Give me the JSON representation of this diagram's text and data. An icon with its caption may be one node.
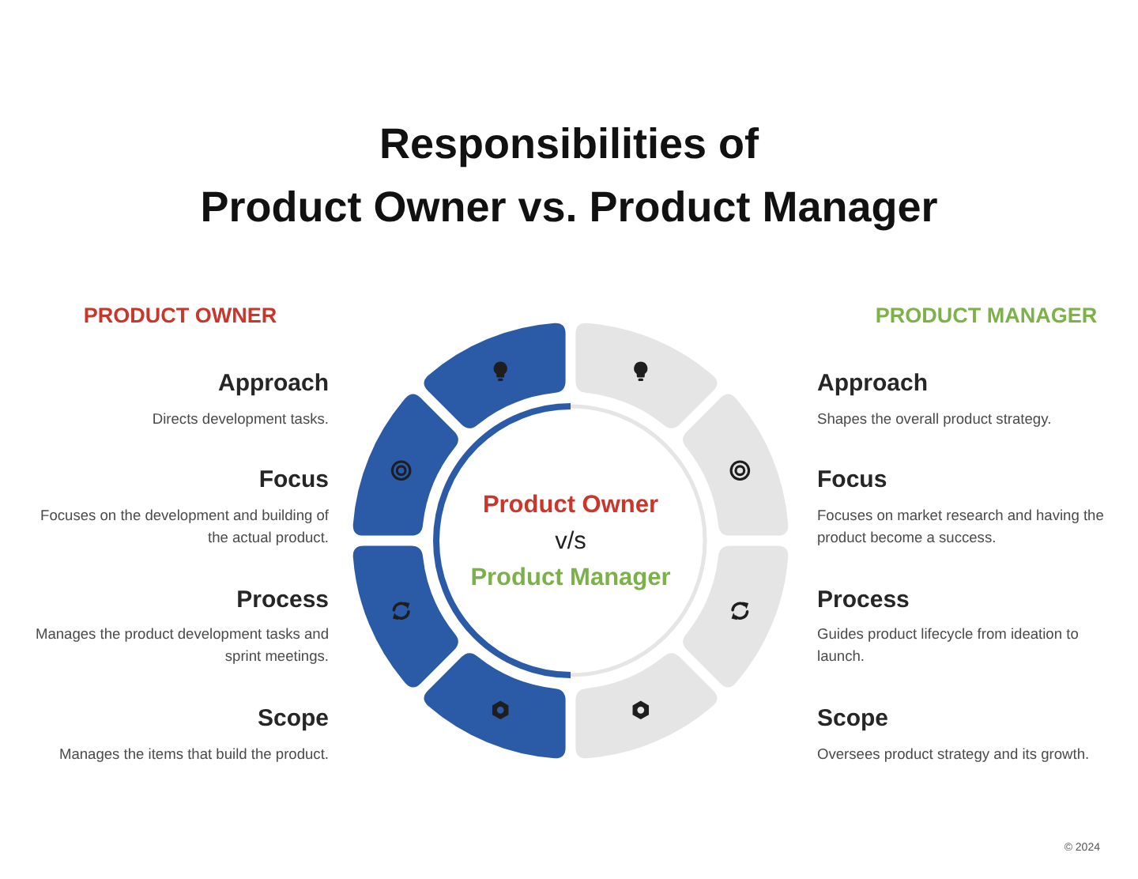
{
  "diagram": {
    "title": "Responsibilities of Product Owner vs. Product Manager",
    "nodes": [
      {
        "text": [
          "Product Owner",
          "v/s",
          "Product Manager"
        ]
      }
    ],
    "labels": [
      "PRODUCT OWNER",
      "PRODUCT MANAGER",
      "Approach",
      "Directs development tasks.",
      "Approach",
      "Shapes the overall product strategy.",
      "Focus",
      "Focuses on the development and building of the actual product.",
      "Focus",
      "Focuses on market research and having the product become a success.",
      "Process",
      "Manages the product development tasks and sprint meetings.",
      "Process",
      "Guides product lifecycle from ideation to launch.",
      "Scope",
      "Manages the items that build the product.",
      "Scope",
      "Oversees product strategy and its growth.",
      "© 2024"
    ]
  }
}
